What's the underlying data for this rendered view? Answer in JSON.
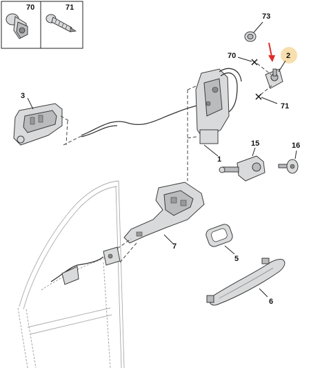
{
  "legend_box": {
    "items": [
      {
        "ref": "70",
        "icon": "flange-bolt-icon"
      },
      {
        "ref": "71",
        "icon": "screw-icon"
      }
    ]
  },
  "callouts": {
    "p73": "73",
    "p70": "70",
    "p2": "2",
    "p71": "71",
    "p3": "3",
    "p15": "15",
    "p16": "16",
    "p1": "1",
    "p7": "7",
    "p5": "5",
    "p6": "6"
  },
  "colors": {
    "highlight_circle": "#f7dfae",
    "arrow": "#e02a2a",
    "part_fill": "#d9dadb"
  }
}
